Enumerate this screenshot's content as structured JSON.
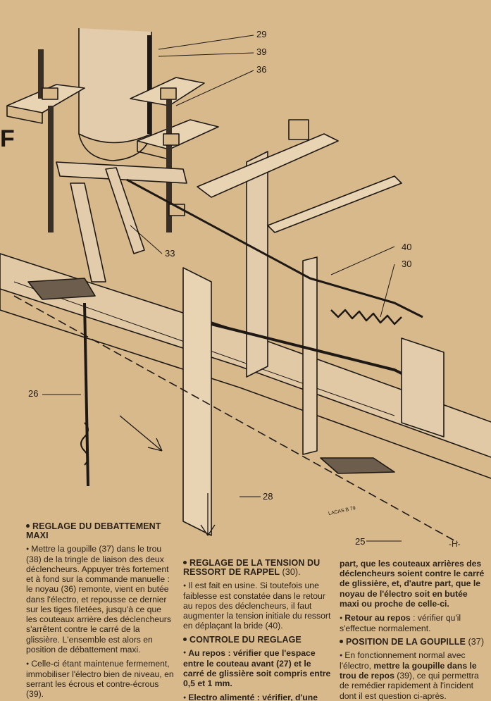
{
  "labels": {
    "l29": "29",
    "l39": "39",
    "l36": "36",
    "l33": "33",
    "l40": "40",
    "l30": "30",
    "l26": "26",
    "l28": "28",
    "l25": "25",
    "fragment_f": "F",
    "stamp": "LACAS B 79"
  },
  "page_marker": "-H-",
  "col1": {
    "heading": "REGLAGE DU DEBATTEMENT MAXI",
    "p1_a": "Mettre la goupille (37) dans le trou (38) de la tringle de liaison des deux déclencheurs. Appuyer très fortement et à fond sur la commande manuelle : le noyau (36) remonte, vient en butée dans l'électro, et repousse ce dernier sur les tiges filetées, jusqu'à ce que les couteaux arrière des déclencheurs s'arrêtent contre le carré de la glissière. L'ensemble est alors en position de débattement maxi.",
    "p2": "Celle-ci étant maintenue fermement, immobiliser l'électro bien de niveau, en serrant les écrous et contre-écrous (39)."
  },
  "col2": {
    "h1": "REGLAGE DE LA TENSION DU RESSORT DE RAPPEL",
    "h1_ref": "(30).",
    "p1": "Il est fait en usine. Si toutefois une faiblesse est constatée dans le retour au repos des déclencheurs, il faut augmenter la tension initiale du ressort en déplaçant la bride (40).",
    "h2": "CONTROLE DU REGLAGE",
    "p2_bold": "Au repos : vérifier que l'espace entre le couteau avant (27) et le carré de glissière soit compris entre 0,5 et 1 mm.",
    "p3_bold": "Electro alimenté : vérifier, d'une"
  },
  "col3": {
    "p1_bold": "part, que les couteaux arrières des déclencheurs soient contre le carré de glissière, et, d'autre part, que le noyau de l'électro soit en butée maxi ou proche de celle-ci.",
    "p2_bold": "Retour au repos",
    "p2_rest": " : vérifier qu'il s'effectue normalement.",
    "h": "POSITION DE LA GOUPILLE",
    "h_ref": "(37)",
    "p3_a": "En fonctionnement normal avec l'électro, ",
    "p3_bold": "mettre la goupille dans le trou de repos",
    "p3_b": " (39), ce qui permettra de remédier rapidement à l'incident dont il est question ci-après."
  }
}
